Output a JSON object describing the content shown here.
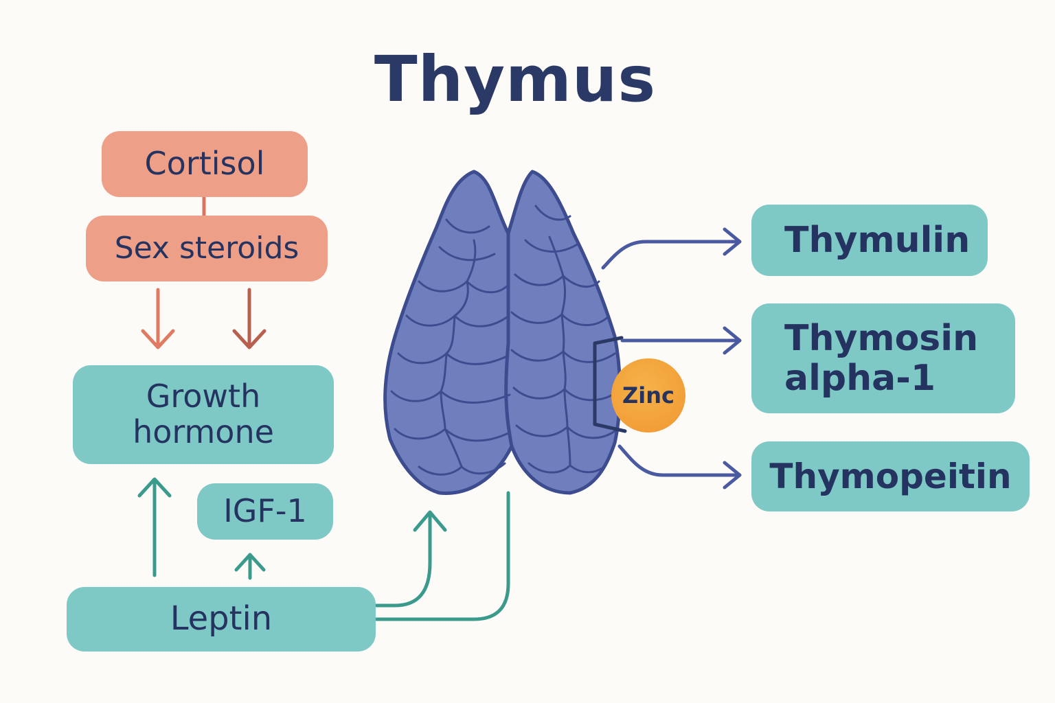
{
  "title": "Thymus",
  "inputs": {
    "cortisol": "Cortisol",
    "sex_steroids": "Sex steroids",
    "growth_hormone_line1": "Growth",
    "growth_hormone_line2": "hormone",
    "igf1": "IGF-1",
    "leptin": "Leptin"
  },
  "center": {
    "zinc": "Zinc"
  },
  "outputs": {
    "thymulin": "Thymulin",
    "thymosin_line1": "Thymosin",
    "thymosin_line2": "alpha-1",
    "thymopoietin": "Thymopeitin"
  },
  "colors": {
    "salmon": "#ee9f87",
    "teal": "#7ec9c6",
    "thymus": "#6f7fbd",
    "outline": "#3c4c8f",
    "zinc": "#f3a23a"
  }
}
